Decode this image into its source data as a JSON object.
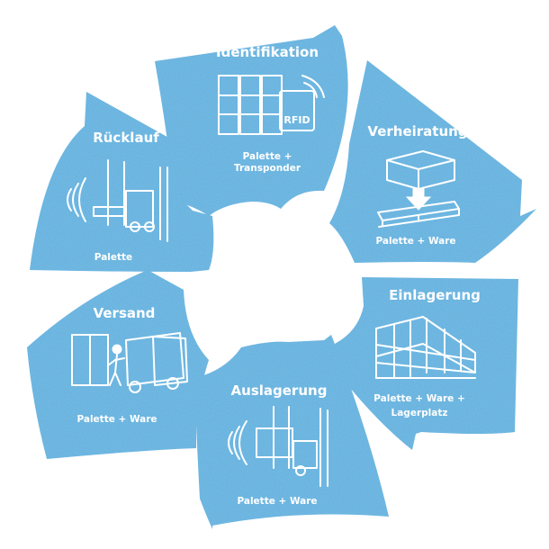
{
  "colors": {
    "segment": "#5ab0df",
    "text": "#ffffff",
    "background": "#ffffff"
  },
  "segments": [
    {
      "id": "identifikation",
      "title": "Identifikation",
      "subtitle_lines": [
        "Palette +",
        "Transponder"
      ],
      "icon": "pallet-rfid-icon",
      "rfid_label": "RFID"
    },
    {
      "id": "verheiratung",
      "title": "Verheiratung",
      "subtitle_lines": [
        "Palette + Ware"
      ],
      "icon": "box-onto-pallet-icon"
    },
    {
      "id": "einlagerung",
      "title": "Einlagerung",
      "subtitle_lines": [
        "Palette + Ware +",
        "Lagerplatz"
      ],
      "icon": "warehouse-rack-icon"
    },
    {
      "id": "auslagerung",
      "title": "Auslagerung",
      "subtitle_lines": [
        "Palette + Ware"
      ],
      "icon": "forklift-with-load-icon"
    },
    {
      "id": "versand",
      "title": "Versand",
      "subtitle_lines": [
        "Palette + Ware"
      ],
      "icon": "truck-loading-icon"
    },
    {
      "id": "ruecklauf",
      "title": "Rücklauf",
      "subtitle_lines": [
        "Palette"
      ],
      "icon": "forklift-empty-icon"
    }
  ]
}
